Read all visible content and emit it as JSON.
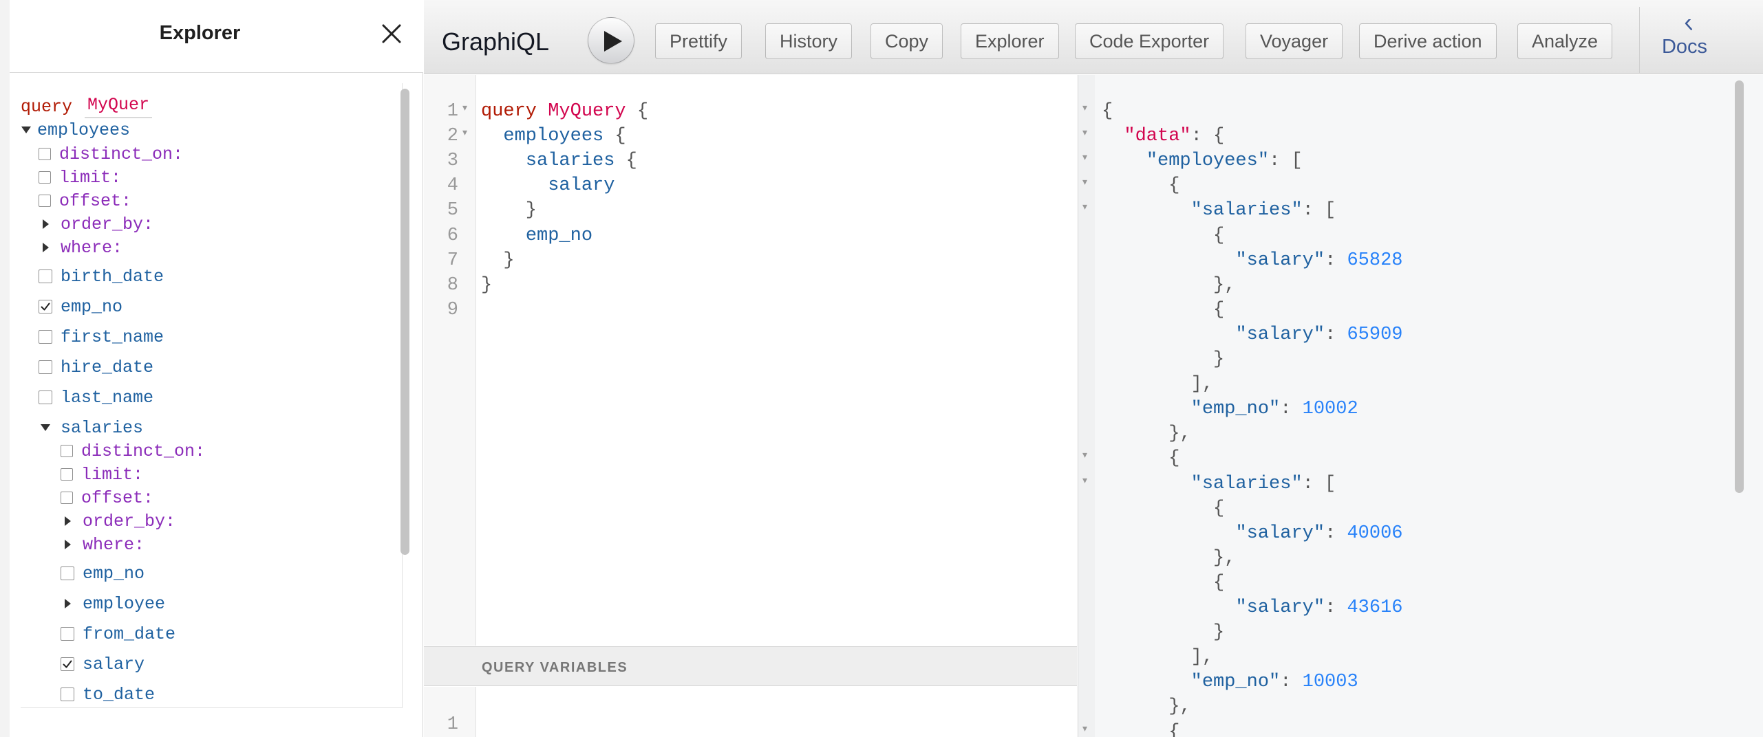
{
  "explorer": {
    "title": "Explorer",
    "query_keyword": "query",
    "operation_name": "MyQuer",
    "tree": [
      {
        "label": "employees",
        "kind": "field",
        "control": "expanded",
        "indent": 0
      },
      {
        "label": "distinct_on:",
        "kind": "arg",
        "control": "checkbox",
        "checked": false,
        "indent": 1
      },
      {
        "label": "limit:",
        "kind": "arg",
        "control": "checkbox",
        "checked": false,
        "indent": 1
      },
      {
        "label": "offset:",
        "kind": "arg",
        "control": "checkbox",
        "checked": false,
        "indent": 1
      },
      {
        "label": "order_by:",
        "kind": "arg",
        "control": "collapsed",
        "indent": 1
      },
      {
        "label": "where:",
        "kind": "arg",
        "control": "collapsed",
        "indent": 1
      },
      {
        "label": "birth_date",
        "kind": "field",
        "control": "checkbox",
        "checked": false,
        "indent": 1
      },
      {
        "label": "emp_no",
        "kind": "field",
        "control": "checkbox",
        "checked": true,
        "indent": 1
      },
      {
        "label": "first_name",
        "kind": "field",
        "control": "checkbox",
        "checked": false,
        "indent": 1
      },
      {
        "label": "hire_date",
        "kind": "field",
        "control": "checkbox",
        "checked": false,
        "indent": 1
      },
      {
        "label": "last_name",
        "kind": "field",
        "control": "checkbox",
        "checked": false,
        "indent": 1
      },
      {
        "label": "salaries",
        "kind": "field",
        "control": "expanded",
        "indent": 1
      },
      {
        "label": "distinct_on:",
        "kind": "arg",
        "control": "checkbox",
        "checked": false,
        "indent": 2
      },
      {
        "label": "limit:",
        "kind": "arg",
        "control": "checkbox",
        "checked": false,
        "indent": 2
      },
      {
        "label": "offset:",
        "kind": "arg",
        "control": "checkbox",
        "checked": false,
        "indent": 2
      },
      {
        "label": "order_by:",
        "kind": "arg",
        "control": "collapsed",
        "indent": 2
      },
      {
        "label": "where:",
        "kind": "arg",
        "control": "collapsed",
        "indent": 2
      },
      {
        "label": "emp_no",
        "kind": "field",
        "control": "checkbox",
        "checked": false,
        "indent": 2
      },
      {
        "label": "employee",
        "kind": "field",
        "control": "collapsed",
        "indent": 2
      },
      {
        "label": "from_date",
        "kind": "field",
        "control": "checkbox",
        "checked": false,
        "indent": 2
      },
      {
        "label": "salary",
        "kind": "field",
        "control": "checkbox",
        "checked": true,
        "indent": 2
      },
      {
        "label": "to_date",
        "kind": "field",
        "control": "checkbox",
        "checked": false,
        "indent": 2
      }
    ]
  },
  "toolbar": {
    "app_title": "GraphiQL",
    "buttons": [
      "Prettify",
      "History",
      "Copy",
      "Explorer",
      "Code Exporter",
      "Voyager",
      "Derive action",
      "Analyze"
    ],
    "docs_label": "Docs"
  },
  "query_editor": {
    "lines": [
      {
        "n": "1",
        "fold": true,
        "tokens": [
          [
            "kw",
            "query"
          ],
          [
            "punc",
            " "
          ],
          [
            "def",
            "MyQuery"
          ],
          [
            "punc",
            " {"
          ]
        ]
      },
      {
        "n": "2",
        "fold": true,
        "tokens": [
          [
            "punc",
            "  "
          ],
          [
            "prop",
            "employees"
          ],
          [
            "punc",
            " {"
          ]
        ]
      },
      {
        "n": "3",
        "fold": false,
        "tokens": [
          [
            "punc",
            "    "
          ],
          [
            "prop",
            "salaries"
          ],
          [
            "punc",
            " {"
          ]
        ]
      },
      {
        "n": "4",
        "fold": false,
        "tokens": [
          [
            "punc",
            "      "
          ],
          [
            "prop",
            "salary"
          ]
        ]
      },
      {
        "n": "5",
        "fold": false,
        "tokens": [
          [
            "punc",
            "    }"
          ]
        ]
      },
      {
        "n": "6",
        "fold": false,
        "tokens": [
          [
            "punc",
            "    "
          ],
          [
            "prop",
            "emp_no"
          ]
        ]
      },
      {
        "n": "7",
        "fold": false,
        "tokens": [
          [
            "punc",
            "  }"
          ]
        ]
      },
      {
        "n": "8",
        "fold": false,
        "tokens": [
          [
            "punc",
            "}"
          ]
        ]
      },
      {
        "n": "9",
        "fold": false,
        "tokens": []
      }
    ]
  },
  "variables": {
    "title": "QUERY VARIABLES",
    "line_number": "1"
  },
  "result": {
    "lines": [
      {
        "fold": true,
        "tokens": [
          [
            "punc",
            "{"
          ]
        ]
      },
      {
        "fold": true,
        "tokens": [
          [
            "punc",
            "  "
          ],
          [
            "topkey",
            "\"data\""
          ],
          [
            "punc",
            ": {"
          ]
        ]
      },
      {
        "fold": true,
        "tokens": [
          [
            "punc",
            "    "
          ],
          [
            "key",
            "\"employees\""
          ],
          [
            "punc",
            ": ["
          ]
        ]
      },
      {
        "fold": true,
        "tokens": [
          [
            "punc",
            "      {"
          ]
        ]
      },
      {
        "fold": true,
        "tokens": [
          [
            "punc",
            "        "
          ],
          [
            "key",
            "\"salaries\""
          ],
          [
            "punc",
            ": ["
          ]
        ]
      },
      {
        "fold": false,
        "tokens": [
          [
            "punc",
            "          {"
          ]
        ]
      },
      {
        "fold": false,
        "tokens": [
          [
            "punc",
            "            "
          ],
          [
            "key",
            "\"salary\""
          ],
          [
            "punc",
            ": "
          ],
          [
            "num",
            "65828"
          ]
        ]
      },
      {
        "fold": false,
        "tokens": [
          [
            "punc",
            "          },"
          ]
        ]
      },
      {
        "fold": false,
        "tokens": [
          [
            "punc",
            "          {"
          ]
        ]
      },
      {
        "fold": false,
        "tokens": [
          [
            "punc",
            "            "
          ],
          [
            "key",
            "\"salary\""
          ],
          [
            "punc",
            ": "
          ],
          [
            "num",
            "65909"
          ]
        ]
      },
      {
        "fold": false,
        "tokens": [
          [
            "punc",
            "          }"
          ]
        ]
      },
      {
        "fold": false,
        "tokens": [
          [
            "punc",
            "        ],"
          ]
        ]
      },
      {
        "fold": false,
        "tokens": [
          [
            "punc",
            "        "
          ],
          [
            "key",
            "\"emp_no\""
          ],
          [
            "punc",
            ": "
          ],
          [
            "num",
            "10002"
          ]
        ]
      },
      {
        "fold": false,
        "tokens": [
          [
            "punc",
            "      },"
          ]
        ]
      },
      {
        "fold": true,
        "tokens": [
          [
            "punc",
            "      {"
          ]
        ]
      },
      {
        "fold": true,
        "tokens": [
          [
            "punc",
            "        "
          ],
          [
            "key",
            "\"salaries\""
          ],
          [
            "punc",
            ": ["
          ]
        ]
      },
      {
        "fold": false,
        "tokens": [
          [
            "punc",
            "          {"
          ]
        ]
      },
      {
        "fold": false,
        "tokens": [
          [
            "punc",
            "            "
          ],
          [
            "key",
            "\"salary\""
          ],
          [
            "punc",
            ": "
          ],
          [
            "num",
            "40006"
          ]
        ]
      },
      {
        "fold": false,
        "tokens": [
          [
            "punc",
            "          },"
          ]
        ]
      },
      {
        "fold": false,
        "tokens": [
          [
            "punc",
            "          {"
          ]
        ]
      },
      {
        "fold": false,
        "tokens": [
          [
            "punc",
            "            "
          ],
          [
            "key",
            "\"salary\""
          ],
          [
            "punc",
            ": "
          ],
          [
            "num",
            "43616"
          ]
        ]
      },
      {
        "fold": false,
        "tokens": [
          [
            "punc",
            "          }"
          ]
        ]
      },
      {
        "fold": false,
        "tokens": [
          [
            "punc",
            "        ],"
          ]
        ]
      },
      {
        "fold": false,
        "tokens": [
          [
            "punc",
            "        "
          ],
          [
            "key",
            "\"emp_no\""
          ],
          [
            "punc",
            ": "
          ],
          [
            "num",
            "10003"
          ]
        ]
      },
      {
        "fold": false,
        "tokens": [
          [
            "punc",
            "      },"
          ]
        ]
      },
      {
        "fold": true,
        "tokens": [
          [
            "punc",
            "      {"
          ]
        ]
      }
    ]
  },
  "icons": {
    "close": "close-icon",
    "execute": "play-icon",
    "docs": "chevron-left-icon",
    "check": "check-icon",
    "expanded": "triangle-down-icon",
    "collapsed": "triangle-right-icon",
    "fold": "fold-arrow-icon"
  },
  "colors": {
    "keyword": "#b11a04",
    "definition": "#d2054e",
    "property": "#1f61a0",
    "argument": "#8b2bb9",
    "number": "#2882f9",
    "docs_link": "#3b5998"
  }
}
